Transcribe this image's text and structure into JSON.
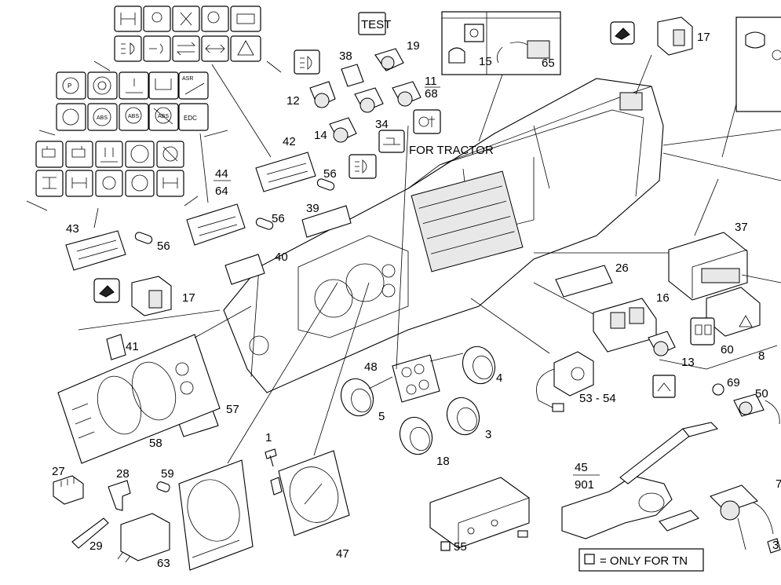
{
  "parts": {
    "p1": "1",
    "p3": "3",
    "p4": "4",
    "p5": "5",
    "p8": "8",
    "p11": "11",
    "p12": "12",
    "p13": "13",
    "p14": "14",
    "p15": "15",
    "p16": "16",
    "p17a": "17",
    "p17b": "17",
    "p18": "18",
    "p19": "19",
    "p26": "26",
    "p27": "27",
    "p28": "28",
    "p29": "29",
    "p34": "34",
    "p37": "37",
    "p38": "38",
    "p39": "39",
    "p40": "40",
    "p41": "41",
    "p42": "42",
    "p43": "43",
    "p44": "44",
    "p45": "45",
    "p47": "47",
    "p48": "48",
    "p50": "50",
    "p53_54": "53 - 54",
    "p55": "55",
    "p56a": "56",
    "p56b": "56",
    "p56c": "56",
    "p57": "57",
    "p58": "58",
    "p59": "59",
    "p60": "60",
    "p63": "63",
    "p64": "64",
    "p65": "65",
    "p68": "68",
    "p69": "69",
    "p901": "901",
    "p3b": "3",
    "p7": "7"
  },
  "labels": {
    "test": "TEST",
    "for_tractor": "FOR TRACTOR",
    "only_for_tn": "= ONLY FOR TN",
    "edc": "EDC",
    "abs": "ABS",
    "asr": "ASR",
    "p_symbol": "P"
  }
}
